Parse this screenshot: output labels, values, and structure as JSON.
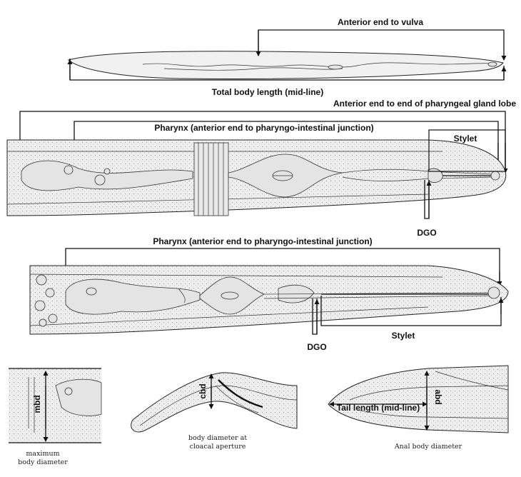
{
  "labels": {
    "anterior_to_vulva": "Anterior end to vulva",
    "total_body_length": "Total body length (mid-line)",
    "anterior_to_gland_lobe": "Anterior end to end of pharyngeal gland lobe",
    "pharynx_1": "Pharynx (anterior end to pharyngo-intestinal junction)",
    "stylet_1": "Stylet",
    "dgo_1": "DGO",
    "pharynx_2": "Pharynx (anterior end to pharyngo-intestinal junction)",
    "stylet_2": "Stylet",
    "dgo_2": "DGO",
    "mbd": "mbd",
    "max_body_diameter_line1": "maximum",
    "max_body_diameter_line2": "body diameter",
    "cbd": "cbd",
    "cloacal_line1": "body diameter at",
    "cloacal_line2": "cloacal aperture",
    "abd": "abd",
    "tail_length": "Tail length (mid-line)",
    "anal_body_diameter": "Anal body diameter"
  }
}
